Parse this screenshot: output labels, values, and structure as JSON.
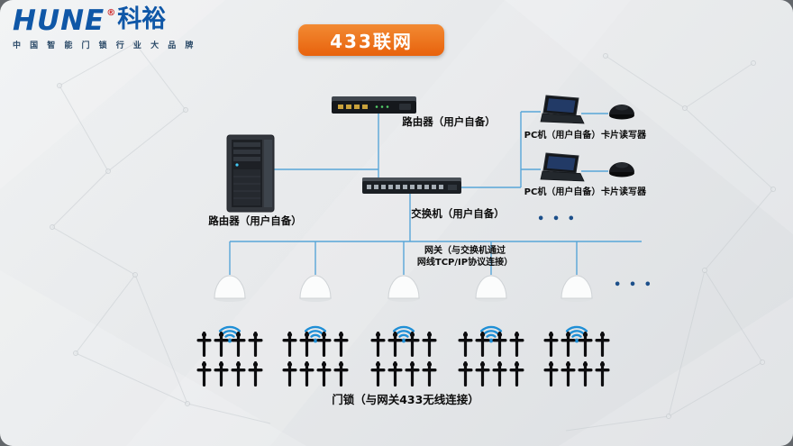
{
  "brand": {
    "name": "HUNE",
    "reg": "®",
    "cn": "科裕",
    "tagline": "中 国 智 能 门 锁 行 业 大 品 牌"
  },
  "title": "433联网",
  "labels": {
    "tower": "路由器（用户自备）",
    "router": "路由器（用户自备）",
    "switch": "交换机（用户自备）",
    "pc1": "PC机（用户自备）",
    "pc2": "PC机（用户自备）",
    "reader1": "卡片读写器",
    "reader2": "卡片读写器",
    "gateway_line1": "网关（与交换机通过",
    "gateway_line2": "网线TCP/IP协议连接）",
    "locks": "门锁（与网关433无线连接）",
    "ellipsis_pc": "• • •",
    "ellipsis_gw": "• • •"
  },
  "colors": {
    "accent_orange": "#e8620c",
    "line_blue": "#58a6d8",
    "brand_blue": "#0f57a7",
    "wifi_blue": "#1f8fd6"
  }
}
